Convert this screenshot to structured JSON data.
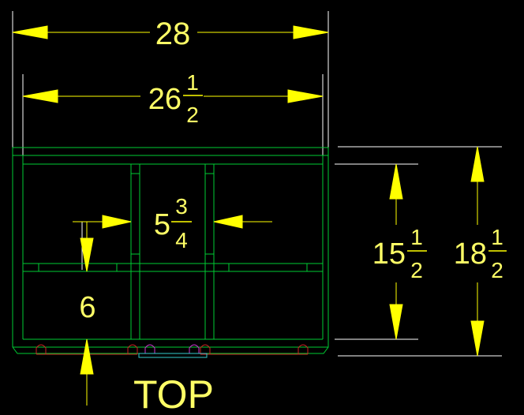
{
  "colors": {
    "background": "#000000",
    "dimension": "#ffff00",
    "extension": "#ffffff",
    "geometry": "#00cc33",
    "hardware_red": "#cc2222",
    "hardware_magenta": "#cc33cc",
    "hardware_cyan": "#33cccc"
  },
  "dimensions": {
    "overall_width": {
      "whole": "28",
      "num": "",
      "den": ""
    },
    "inner_width": {
      "whole": "26",
      "num": "1",
      "den": "2"
    },
    "center_gap": {
      "whole": "5",
      "num": "3",
      "den": "4"
    },
    "lower_height": {
      "whole": "6",
      "num": "",
      "den": ""
    },
    "inner_height": {
      "whole": "15",
      "num": "1",
      "den": "2"
    },
    "overall_height": {
      "whole": "18",
      "num": "1",
      "den": "2"
    }
  },
  "labels": {
    "view": "TOP"
  }
}
